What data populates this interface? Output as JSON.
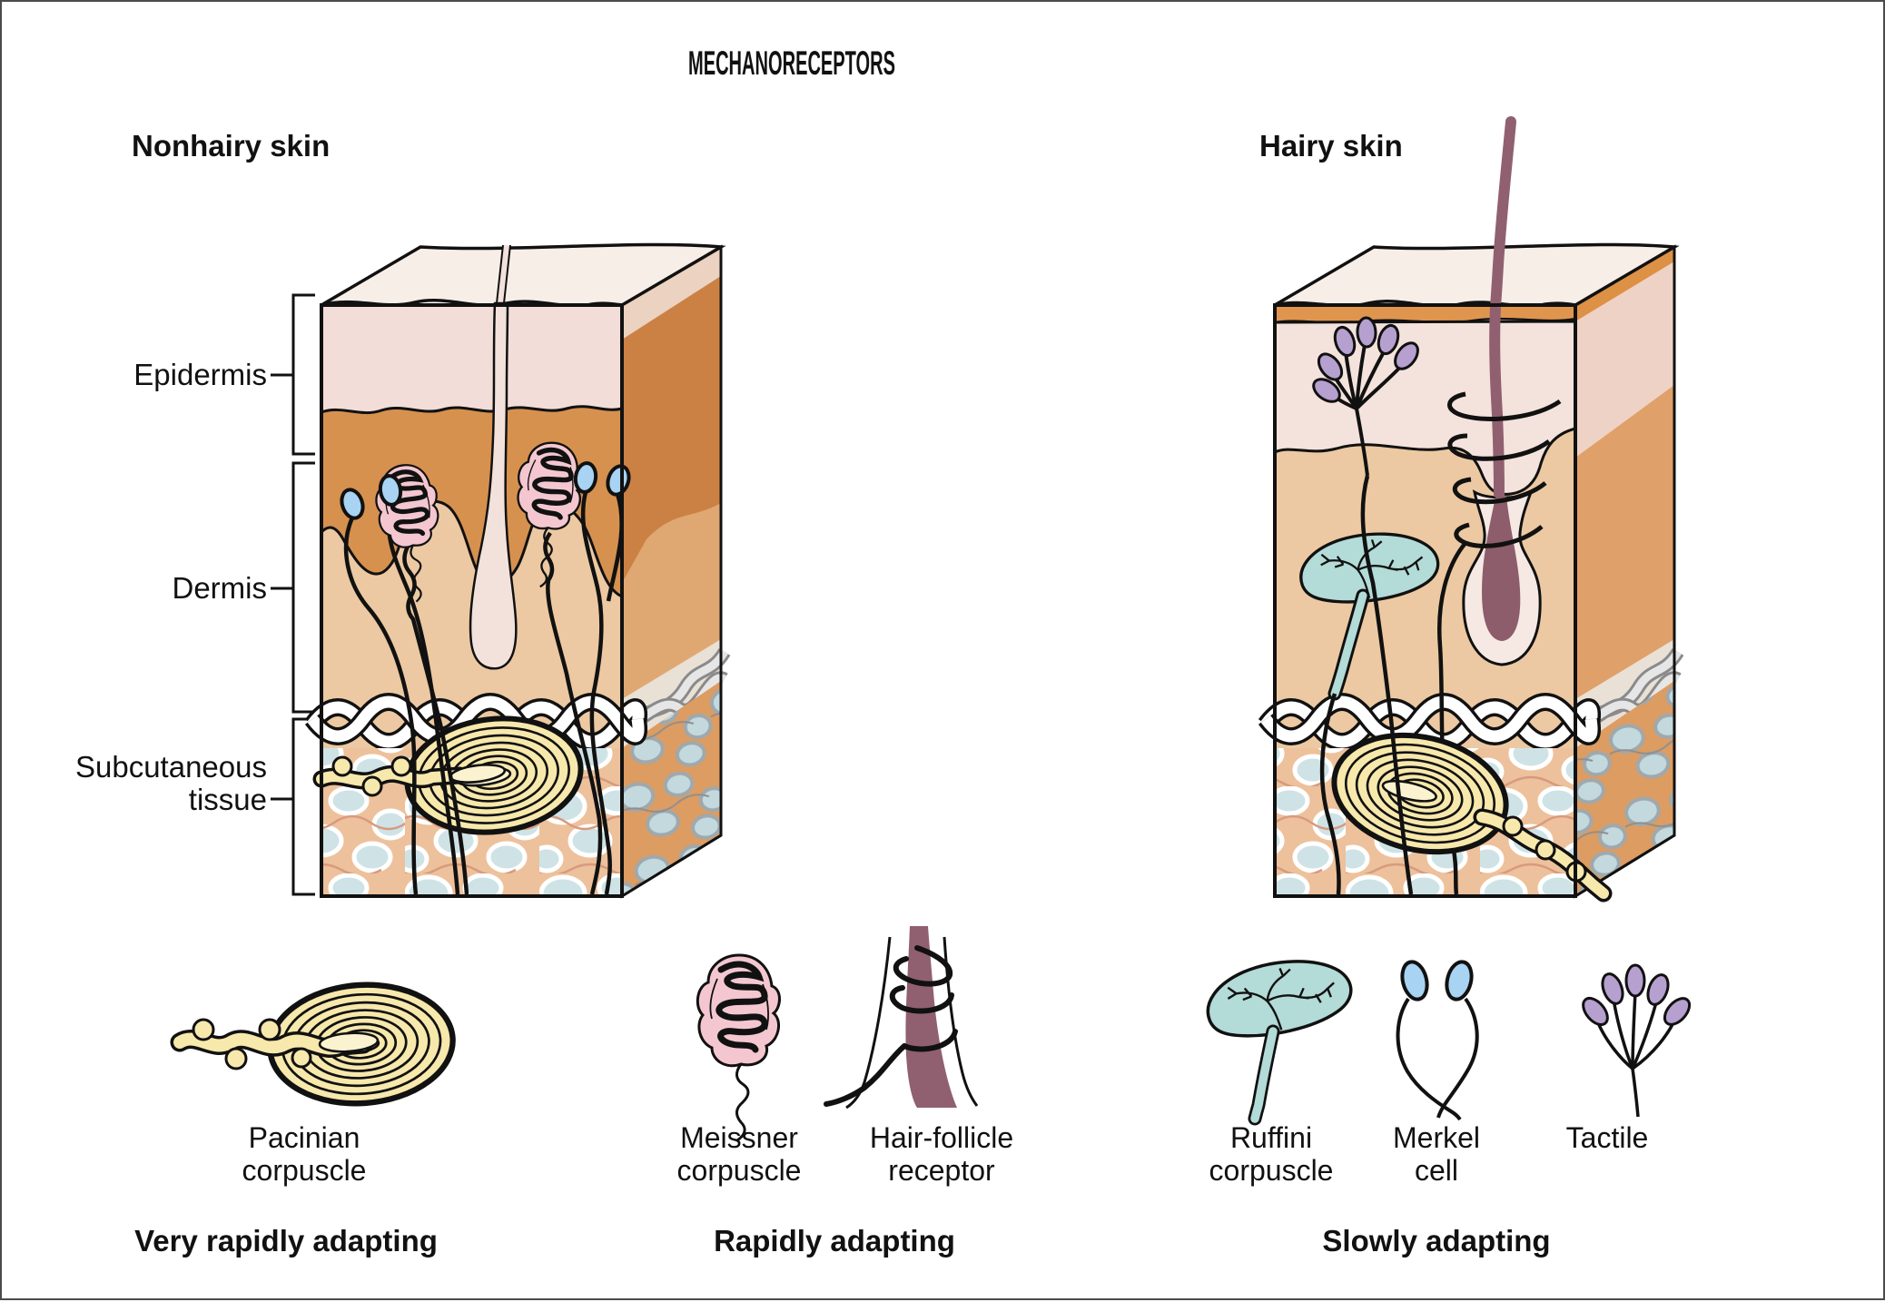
{
  "title": "MECHANORECEPTORS",
  "headers": {
    "left": "Nonhairy skin",
    "right": "Hairy skin"
  },
  "layer_labels": {
    "epidermis": "Epidermis",
    "dermis": "Dermis",
    "subcutaneous_1": "Subcutaneous",
    "subcutaneous_2": "tissue"
  },
  "receptor_labels": {
    "pacinian_1": "Pacinian",
    "pacinian_2": "corpuscle",
    "meissner_1": "Meissner",
    "meissner_2": "corpuscle",
    "hair_follicle_1": "Hair-follicle",
    "hair_follicle_2": "receptor",
    "ruffini_1": "Ruffini",
    "ruffini_2": "corpuscle",
    "merkel_1": "Merkel",
    "merkel_2": "cell",
    "tactile_1": "Tactile"
  },
  "adaptation_labels": {
    "very_rapidly": "Very rapidly adapting",
    "rapidly": "Rapidly adapting",
    "slowly": "Slowly adapting"
  },
  "colors": {
    "outline": "#111111",
    "top_face_cream": "#f7eee8",
    "epidermis_pink": "#f3ddd8",
    "deep_epidermis_orange": "#d6914f",
    "stratum_corneum_orange": "#e0954e",
    "dermis_tan": "#ecc9a2",
    "dermis_side_tan": "#dfa873",
    "subq_bg": "#edc19b",
    "fat_cell_blue": "#cfe3e6",
    "pacinian_yellow": "#f7e8ac",
    "pacinian_core": "#fbf3d0",
    "meissner_pink": "#f4c7d0",
    "merkel_blue": "#a9d3f2",
    "tactile_purple": "#b5a0d0",
    "ruffini_teal": "#b3dbd7",
    "hair_mauve": "#906070",
    "sweat_duct_pale": "#f3e2dc"
  }
}
